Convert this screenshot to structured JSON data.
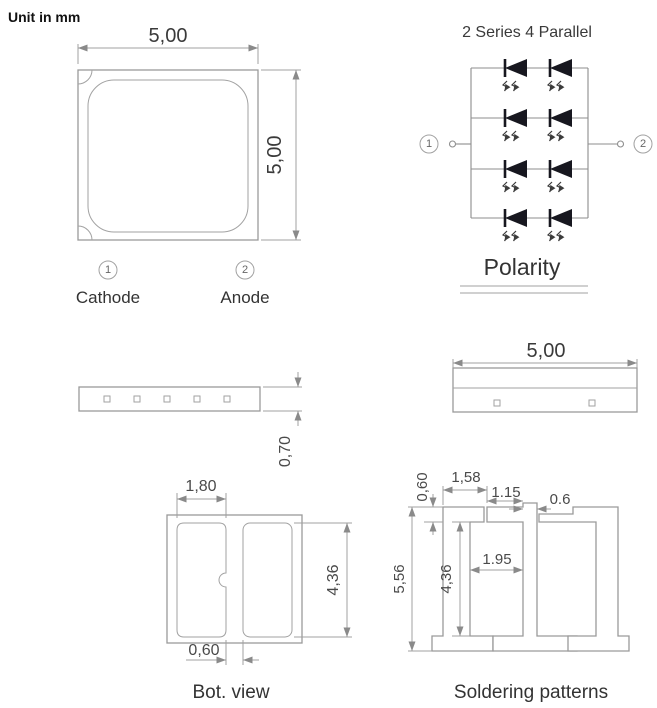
{
  "header": {
    "unit_note": "Unit in mm"
  },
  "package_top_view": {
    "dim_width": "5,00",
    "dim_height": "5,00",
    "pin1": {
      "number": "1",
      "label": "Cathode"
    },
    "pin2": {
      "number": "2",
      "label": "Anode"
    }
  },
  "circuit": {
    "title": "2 Series 4 Parallel",
    "terminal_left": "1",
    "terminal_right": "2",
    "caption": "Polarity",
    "rows": 4,
    "leds_per_row": 2
  },
  "side_view": {
    "dim_thickness": "0,70"
  },
  "top_edge_view": {
    "dim_width": "5,00"
  },
  "bottom_view": {
    "dim_pad_width": "1,80",
    "dim_gap": "0,60",
    "dim_pad_height": "4,36",
    "caption": "Bot. view"
  },
  "soldering_pattern": {
    "dim_step": "0,60",
    "dim_top_width": "1,58",
    "dim_arm_width": "1.15",
    "dim_strip_width": "0.6",
    "dim_total_height": "5,56",
    "dim_inner_height": "4,36",
    "dim_notch_width": "1.95",
    "caption": "Soldering patterns"
  },
  "colors": {
    "line": "#9a9a9a",
    "dim_text": "#4a4a4a",
    "label_text": "#333333",
    "diode_fill": "#17171f"
  }
}
